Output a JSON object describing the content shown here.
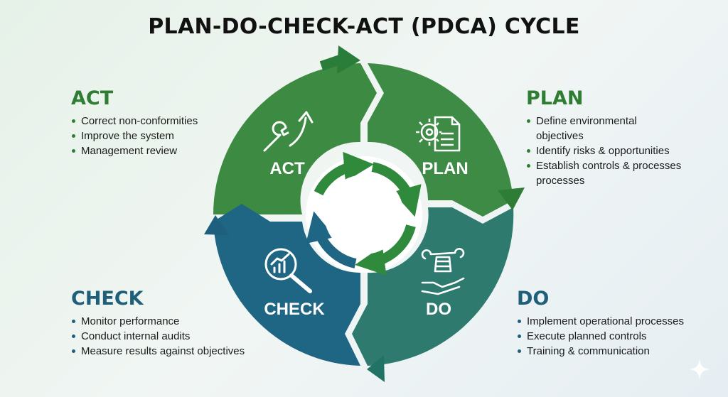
{
  "title": "PLAN-DO-CHECK-ACT (PDCA) CYCLE",
  "colors": {
    "plan": "#3b8a45",
    "act": "#3d8a42",
    "do": "#2e7a6e",
    "check": "#1f6584",
    "arrow_green": "#2f8a3c",
    "arrow_blue": "#1f6584"
  },
  "wheel": {
    "act": {
      "label": "ACT",
      "icon": "wrench-arrow-icon"
    },
    "plan": {
      "label": "PLAN",
      "icon": "gear-document-icon"
    },
    "do": {
      "label": "DO",
      "icon": "hand-wrench-icon"
    },
    "check": {
      "label": "CHECK",
      "icon": "magnifier-chart-icon"
    }
  },
  "act": {
    "heading": "ACT",
    "items": [
      "Correct non-conformities",
      "Improve the system",
      "Management review"
    ]
  },
  "plan": {
    "heading": "PLAN",
    "items": [
      "Define environmental objectives",
      "Identify risks & opportunities",
      "Establish controls & processes processes"
    ]
  },
  "check": {
    "heading": "CHECK",
    "items": [
      "Monitor performance",
      "Conduct internal audits",
      "Measure results against objectives"
    ]
  },
  "do": {
    "heading": "DO",
    "items": [
      "Implement operational processes",
      "Execute planned controls",
      "Training & communication"
    ]
  }
}
